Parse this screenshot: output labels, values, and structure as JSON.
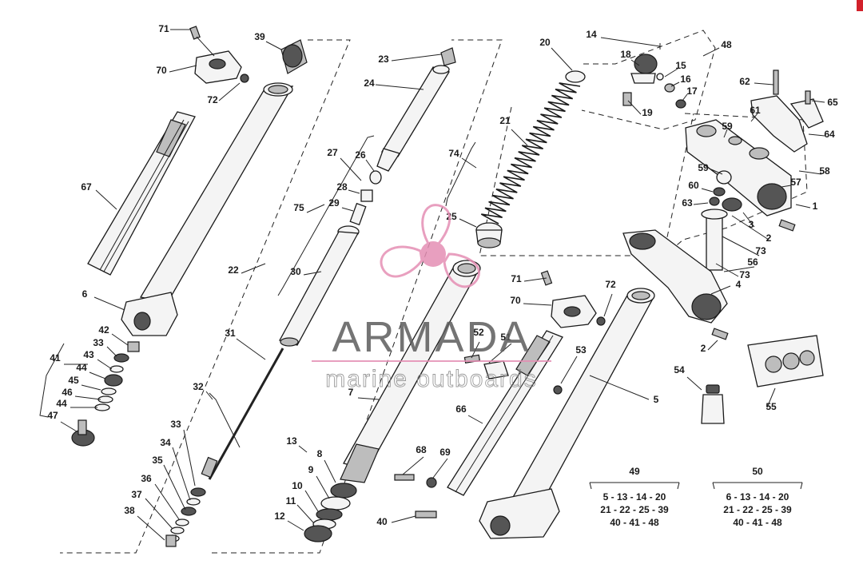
{
  "watermark": {
    "brand": "ARMADA",
    "tagline": "marine outboards",
    "logo_color": "#e58fb4"
  },
  "colors": {
    "ink": "#1a1a1a",
    "accent_corner": "#d2202a"
  },
  "callouts": [
    "71",
    "39",
    "70",
    "72",
    "23",
    "24",
    "20",
    "14",
    "48",
    "18",
    "15",
    "16",
    "17",
    "19",
    "62",
    "65",
    "61",
    "59",
    "64",
    "58",
    "57",
    "1",
    "27",
    "26",
    "28",
    "21",
    "74",
    "67",
    "75",
    "29",
    "25",
    "59",
    "60",
    "63",
    "3",
    "2",
    "73",
    "56",
    "22",
    "30",
    "73",
    "4",
    "6",
    "71",
    "72",
    "70",
    "42",
    "33",
    "43",
    "41",
    "44",
    "45",
    "46",
    "44",
    "47",
    "31",
    "52",
    "51",
    "53",
    "2",
    "54",
    "55",
    "5",
    "7",
    "32",
    "66",
    "13",
    "33",
    "34",
    "35",
    "8",
    "9",
    "36",
    "37",
    "10",
    "11",
    "38",
    "12",
    "68",
    "69",
    "40",
    "49",
    "50"
  ],
  "kits": [
    {
      "number": "49",
      "lines": [
        "5 - 13 - 14 - 20",
        "21 - 22 - 25 - 39",
        "40 - 41 - 48"
      ]
    },
    {
      "number": "50",
      "lines": [
        "6 - 13 - 14 - 20",
        "21 - 22 - 25 - 39",
        "40 - 41 - 48"
      ]
    }
  ]
}
